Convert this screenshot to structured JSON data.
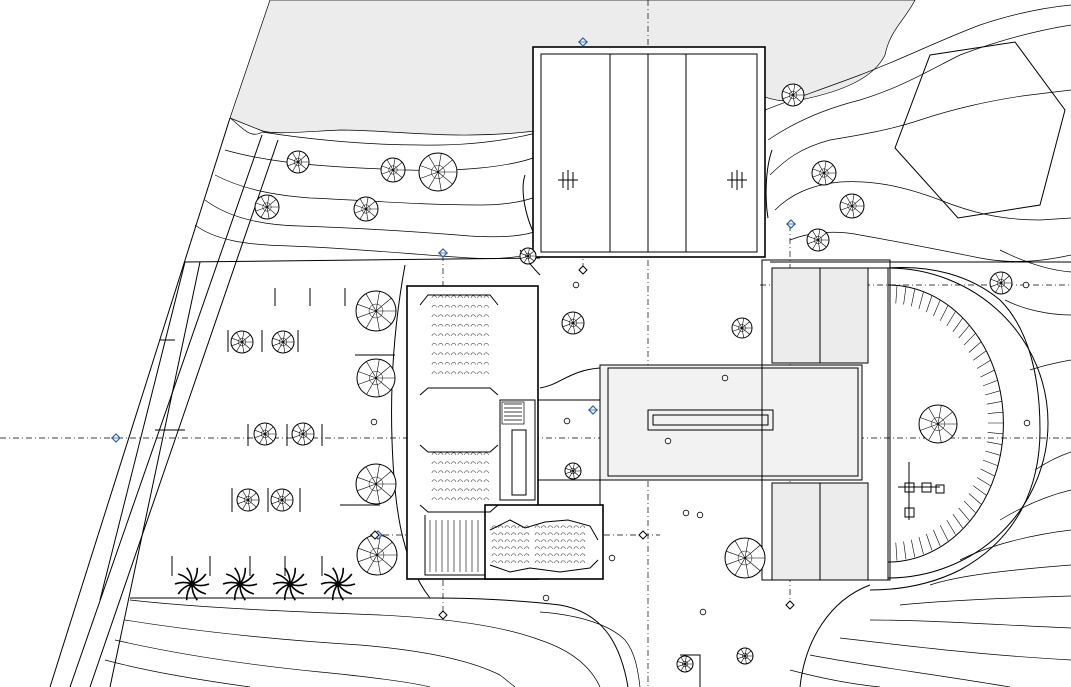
{
  "drawing": {
    "type": "architectural site plan",
    "colors": {
      "line": "#000000",
      "background": "#ffffff",
      "water": "#ececec",
      "paving": "#f2f2f2",
      "grid_marker": "#2a5fa8"
    }
  },
  "layers": {
    "water_area": {
      "icon": "lake-fill"
    },
    "contours": {
      "icon": "topographic-contour-lines"
    },
    "roads": {
      "icon": "road-edge-lines"
    },
    "grid_lines": {
      "icon": "dash-dot-axis-lines"
    },
    "trees": {
      "icon": "tree-canopy-symbol"
    },
    "palms": {
      "icon": "palm-tree-symbol"
    },
    "buildings": {
      "icon": "building-outline"
    },
    "seating": {
      "icon": "auditorium-seat-rows"
    },
    "amphitheater": {
      "icon": "stepped-seating-arc"
    },
    "hexagon_pavilion": {
      "icon": "hexagon-outline"
    },
    "markers": {
      "icon": "grid-marker-diamond"
    }
  }
}
